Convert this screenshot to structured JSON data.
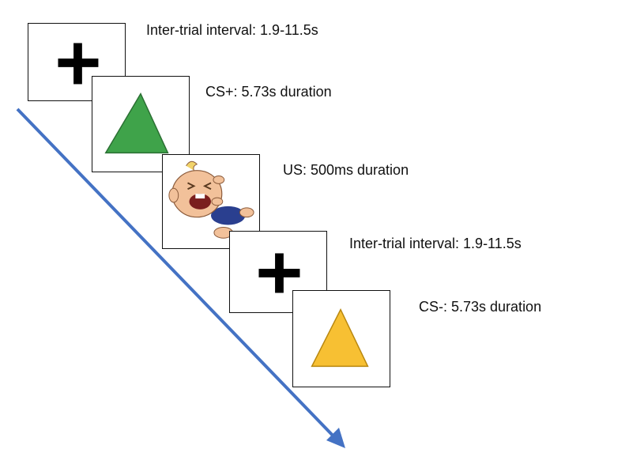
{
  "steps": [
    {
      "label": "Inter-trial interval: 1.9-11.5s",
      "stimulus": "fixation-cross",
      "color": "#000000"
    },
    {
      "label": "CS+: 5.73s duration",
      "stimulus": "triangle",
      "color": "#3fa34a"
    },
    {
      "label": "US: 500ms duration",
      "stimulus": "crying-baby",
      "color": "#f2c19a"
    },
    {
      "label": "Inter-trial interval: 1.9-11.5s",
      "stimulus": "fixation-cross",
      "color": "#000000"
    },
    {
      "label": "CS-: 5.73s duration",
      "stimulus": "triangle",
      "color": "#f7c033"
    }
  ],
  "arrow": {
    "color": "#4472c4",
    "direction": "down-right"
  }
}
